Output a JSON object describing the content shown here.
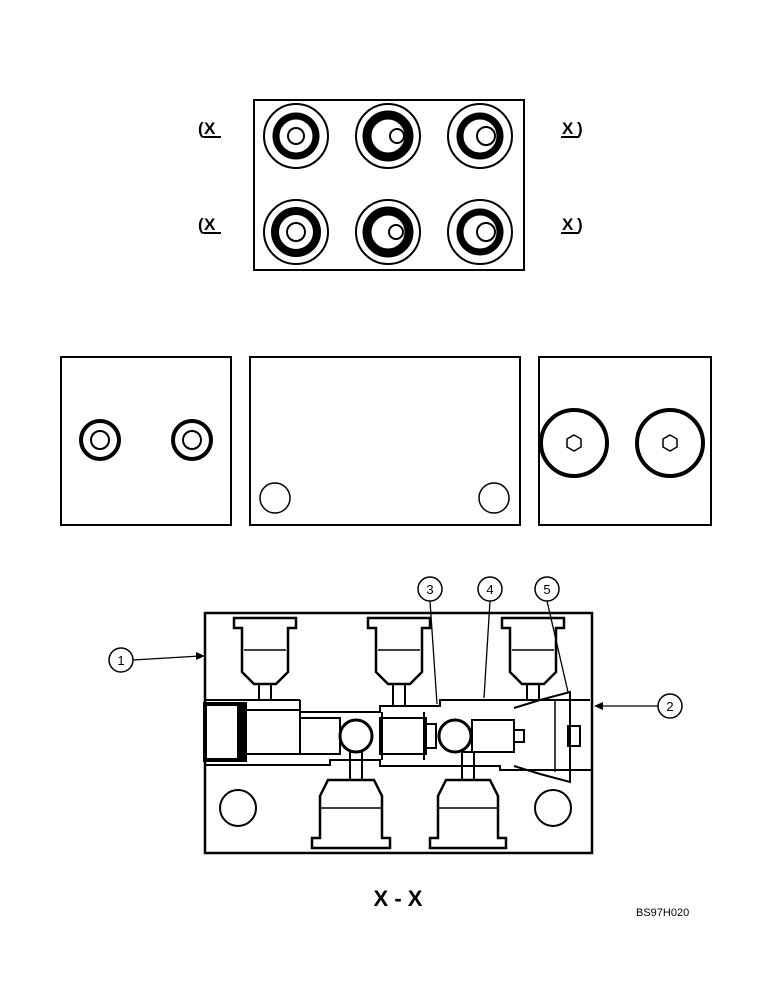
{
  "section_marks": {
    "upper_left": "X",
    "upper_right": "X",
    "lower_left": "X",
    "lower_right": "X"
  },
  "callouts": [
    "1",
    "2",
    "3",
    "4",
    "5"
  ],
  "section_title": "X - X",
  "drawing_ref": "BS97H020"
}
